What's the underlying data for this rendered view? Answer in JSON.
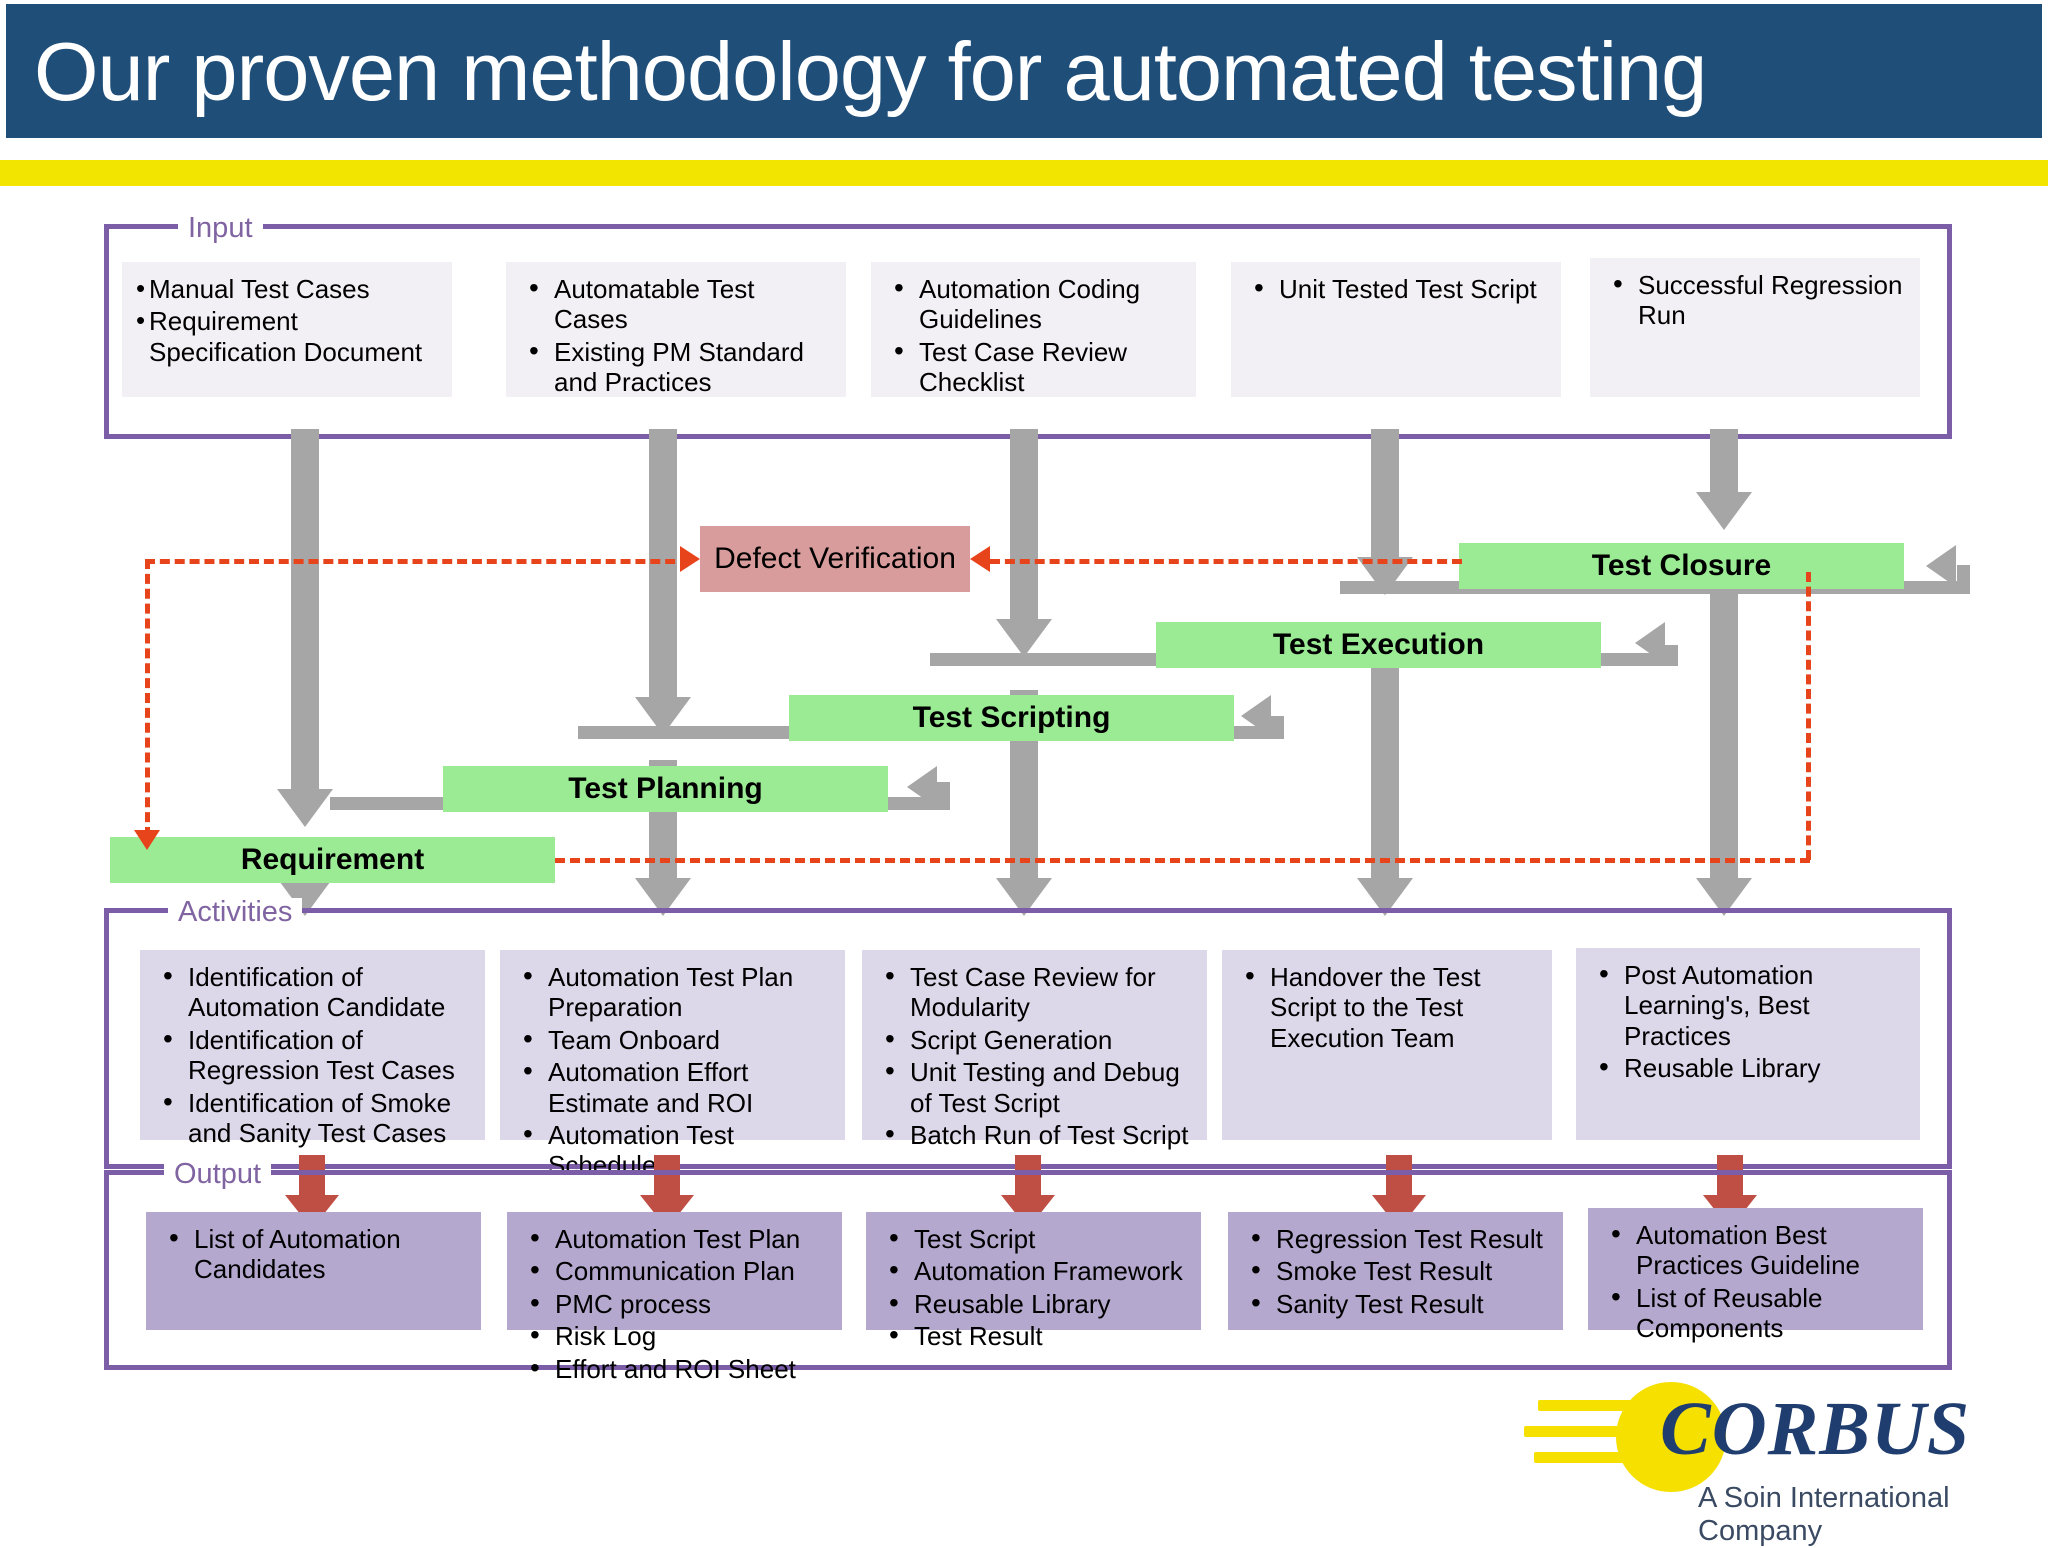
{
  "header": {
    "title": "Our proven methodology for automated testing"
  },
  "sections": {
    "input_label": "Input",
    "activities_label": "Activities",
    "output_label": "Output"
  },
  "input_boxes": [
    {
      "items": [
        "Manual Test Cases",
        "Requirement Specification Document"
      ]
    },
    {
      "items": [
        "Automatable Test Cases",
        "Existing PM Standard and Practices"
      ]
    },
    {
      "items": [
        "Automation Coding Guidelines",
        "Test Case Review Checklist"
      ]
    },
    {
      "items": [
        "Unit Tested Test Script"
      ]
    },
    {
      "items": [
        "Successful Regression Run"
      ]
    }
  ],
  "process_boxes": [
    {
      "label": "Requirement"
    },
    {
      "label": "Test Planning"
    },
    {
      "label": "Test Scripting"
    },
    {
      "label": "Test Execution"
    },
    {
      "label": "Test Closure"
    }
  ],
  "defect_box": {
    "label": "Defect Verification"
  },
  "activity_boxes": [
    {
      "items": [
        "Identification of Automation Candidate",
        "Identification of Regression Test Cases",
        "Identification of Smoke and Sanity Test Cases"
      ]
    },
    {
      "items": [
        "Automation Test Plan Preparation",
        "Team Onboard",
        "Automation Effort Estimate and ROI",
        "Automation Test Schedule"
      ]
    },
    {
      "items": [
        "Test Case Review for Modularity",
        "Script Generation",
        "Unit Testing and Debug of Test Script",
        "Batch Run of Test Script"
      ]
    },
    {
      "items": [
        "Handover the Test Script to the Test Execution Team"
      ]
    },
    {
      "items": [
        "Post Automation Learning's, Best Practices",
        "Reusable Library"
      ]
    }
  ],
  "output_boxes": [
    {
      "items": [
        "List of Automation Candidates"
      ]
    },
    {
      "items": [
        "Automation Test Plan",
        "Communication Plan",
        "PMC process",
        "Risk Log",
        "Effort and ROI Sheet"
      ]
    },
    {
      "items": [
        "Test Script",
        "Automation Framework",
        "Reusable Library",
        "Test Result"
      ]
    },
    {
      "items": [
        "Regression Test Result",
        "Smoke Test Result",
        "Sanity Test Result"
      ]
    },
    {
      "items": [
        "Automation Best Practices Guideline",
        "List of Reusable Components"
      ]
    }
  ],
  "logo": {
    "word": "CORBUS",
    "tagline": "A Soin International Company"
  },
  "colors": {
    "title_bar": "#1F4E79",
    "accent_band": "#F2E600",
    "frame_purple": "#7B5EA7",
    "process_green": "#9BEA94",
    "defect_red": "#D99C9C",
    "connector_gray": "#A6A6A6",
    "output_arrow": "#BF4F45",
    "feedback_dash": "#E8441B"
  }
}
